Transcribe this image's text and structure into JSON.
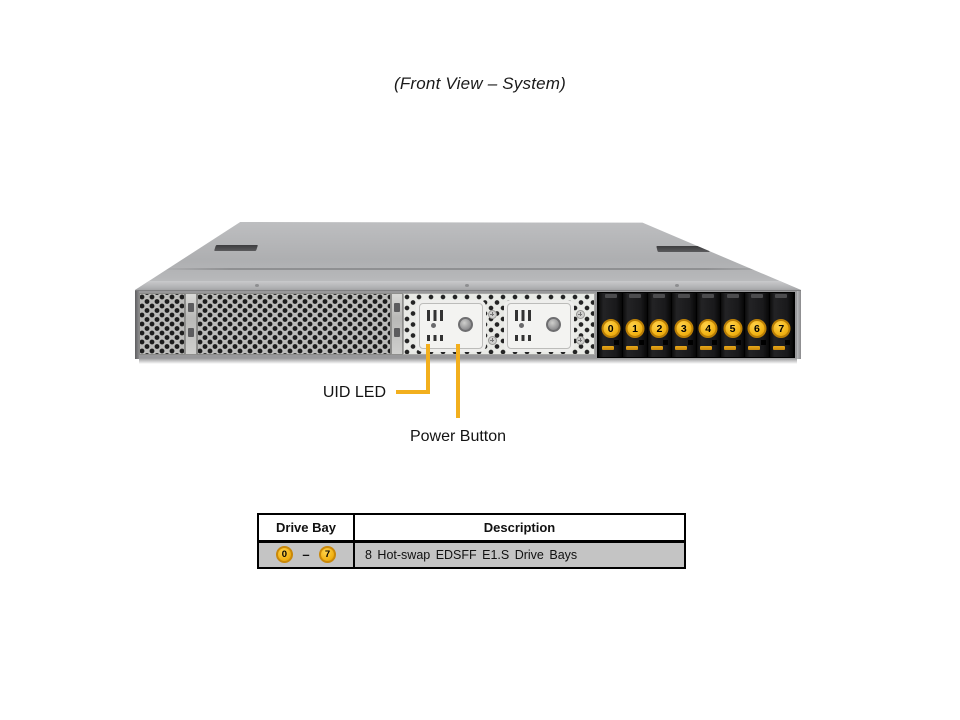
{
  "title": "(Front View – System)",
  "callouts": {
    "uid_led": "UID LED",
    "power_button": "Power Button"
  },
  "drive_bays": {
    "numbers": [
      "0",
      "1",
      "2",
      "3",
      "4",
      "5",
      "6",
      "7"
    ]
  },
  "table": {
    "headers": [
      "Drive Bay",
      "Description"
    ],
    "row": {
      "bay_start": "0",
      "separator": "–",
      "bay_end": "7",
      "description": "8 Hot-swap EDSFF E1.S Drive Bays"
    }
  },
  "colors": {
    "callout_yellow": "#F2AF1D",
    "bay_label_yellow": "#F2B315",
    "bay_label_ring": "#B97E06",
    "table_row_gray": "#C4C4C4"
  }
}
